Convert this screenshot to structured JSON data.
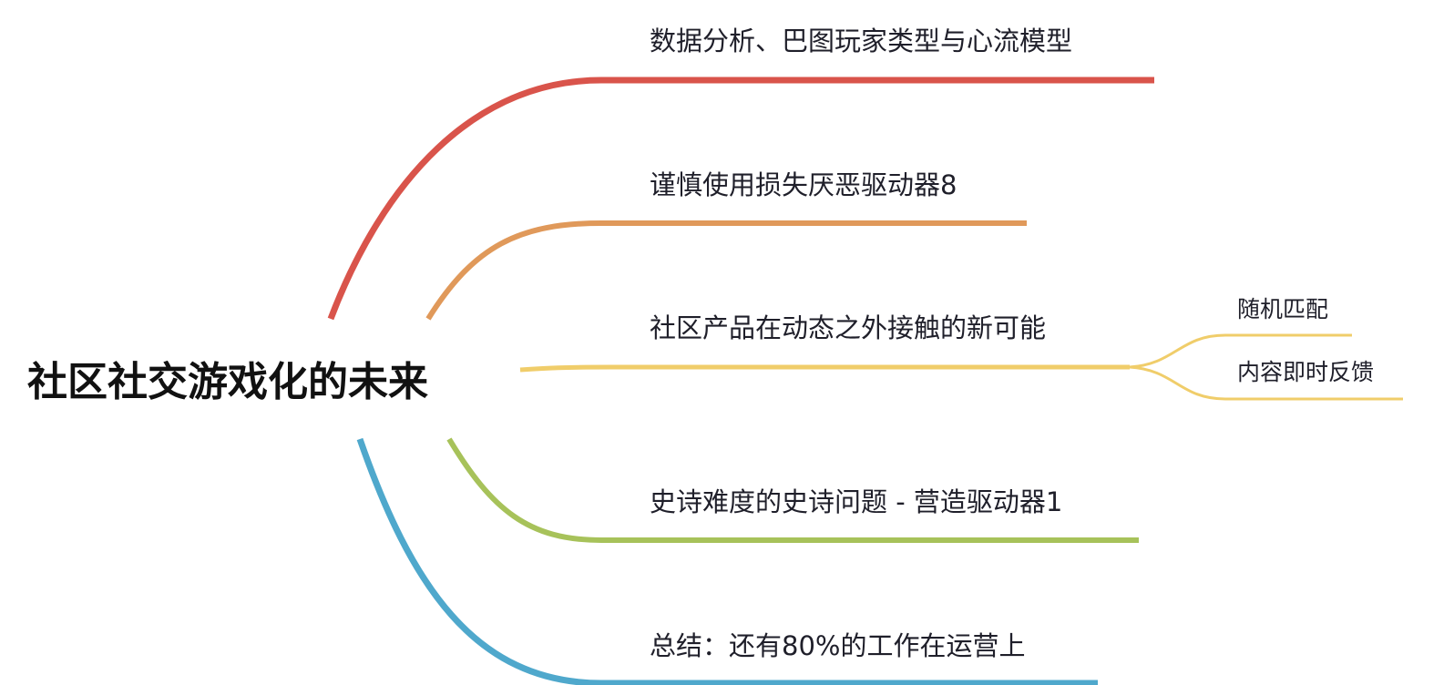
{
  "root": {
    "label": "社区社交游戏化的未来"
  },
  "branches": [
    {
      "label": "数据分析、巴图玩家类型与心流模型",
      "color": "#d9544b"
    },
    {
      "label": "谨慎使用损失厌恶驱动器8",
      "color": "#e0995a"
    },
    {
      "label": "社区产品在动态之外接触的新可能",
      "color": "#f0cd6a",
      "children": [
        {
          "label": "随机匹配"
        },
        {
          "label": "内容即时反馈"
        }
      ]
    },
    {
      "label": "史诗难度的史诗问题 - 营造驱动器1",
      "color": "#a7c25a"
    },
    {
      "label": "总结：还有80%的工作在运营上",
      "color": "#4fa8cc"
    }
  ]
}
